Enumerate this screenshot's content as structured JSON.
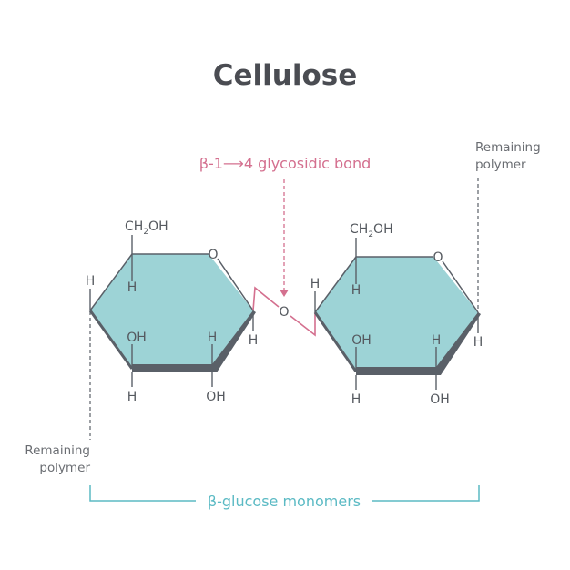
{
  "title": "Cellulose",
  "bond_label": "β-1⟶4 glycosidic bond",
  "remaining_polymer_right": {
    "line1": "Remaining",
    "line2": "polymer"
  },
  "remaining_polymer_left": {
    "line1": "Remaining",
    "line2": "polymer"
  },
  "monomers_label": "β-glucose monomers",
  "left_ring": {
    "ch2oh": {
      "c": "CH",
      "sub": "2",
      "oh": "OH"
    },
    "ring_oxygen": "O",
    "h_top_left": "H",
    "h_c4_left": "H",
    "oh_c2": "OH",
    "h_c3_up": "H",
    "h_c2_down": "H",
    "oh_c3_down": "OH",
    "h_c1": "H"
  },
  "right_ring": {
    "ch2oh": {
      "c": "CH",
      "sub": "2",
      "oh": "OH"
    },
    "ring_oxygen": "O",
    "h_top_left": "H",
    "h_c4_up": "H",
    "oh_c2": "OH",
    "h_c3_up": "H",
    "h_c2_down": "H",
    "oh_c3_down": "OH",
    "h_c1": "H"
  },
  "bridge_oxygen": "O",
  "colors": {
    "ring_fill": "#9dd3d6",
    "ring_stroke": "#5a6068",
    "bond_pink": "#d4708f",
    "bracket_teal": "#5bbac4",
    "title": "#4a4c52"
  }
}
